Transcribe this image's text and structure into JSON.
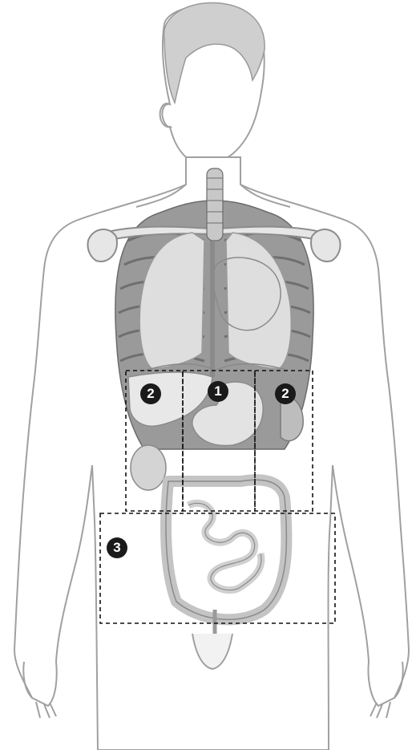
{
  "regions": [
    {
      "id": "region-1",
      "label": "1"
    },
    {
      "id": "region-2-left",
      "label": "2"
    },
    {
      "id": "region-2-right",
      "label": "2"
    },
    {
      "id": "region-3",
      "label": "3"
    }
  ],
  "colors": {
    "outline": "#9a9a9a",
    "organ_fill": "#d9d9d9",
    "organ_dark": "#8c8c8c",
    "marker": "#1a1a1a",
    "dashed_box": "#111111"
  }
}
